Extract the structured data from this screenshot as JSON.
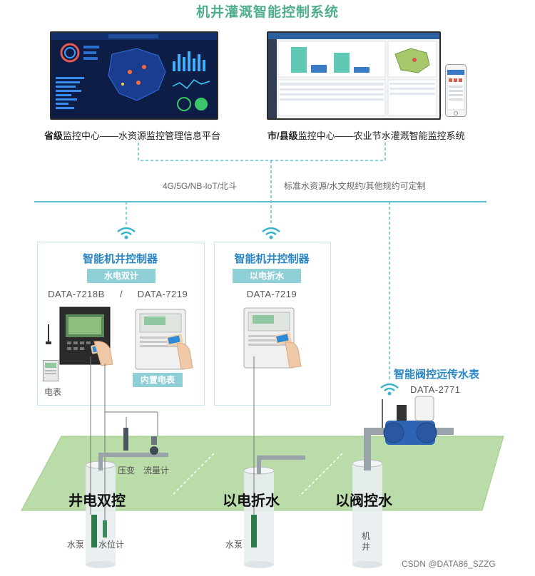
{
  "title": "机井灌溉智能控制系统",
  "provincial_caption_bold": "省级",
  "provincial_caption_rest": "监控中心——水资源监控管理信息平台",
  "city_caption_bold": "市/县级",
  "city_caption_rest": "监控中心——农业节水灌溉智能监控系统",
  "network_left": "4G/5G/NB-IoT/北斗",
  "network_right": "标准水资源/水文规约/其他规约可定制",
  "controller1": {
    "title": "智能机井控制器",
    "tag": "水电双计",
    "model_a": "DATA-7218B",
    "slash": "/",
    "model_b": "DATA-7219",
    "meter_label": "电表",
    "builtin_tag": "内置电表"
  },
  "controller2": {
    "title": "智能机井控制器",
    "tag": "以电折水",
    "model": "DATA-7219"
  },
  "valve_meter": {
    "title": "智能阀控远传水表",
    "model": "DATA-2771"
  },
  "field_labels": {
    "pressure": "压变",
    "flow": "流量计",
    "pump1": "水泵",
    "level": "水位计",
    "pump2": "水泵",
    "well": "机井"
  },
  "modes": {
    "mode1": "井电双控",
    "mode2": "以电折水",
    "mode3": "以阀控水"
  },
  "watermark": "CSDN @DATA86_SZZG",
  "colors": {
    "title": "#4fae8e",
    "accent_blue": "#2b86c4",
    "tag_bg": "#8fd0d8",
    "line": "#5bc0cf",
    "ground": "#b9dca8",
    "dashboard_bg": "#0d1d45"
  }
}
